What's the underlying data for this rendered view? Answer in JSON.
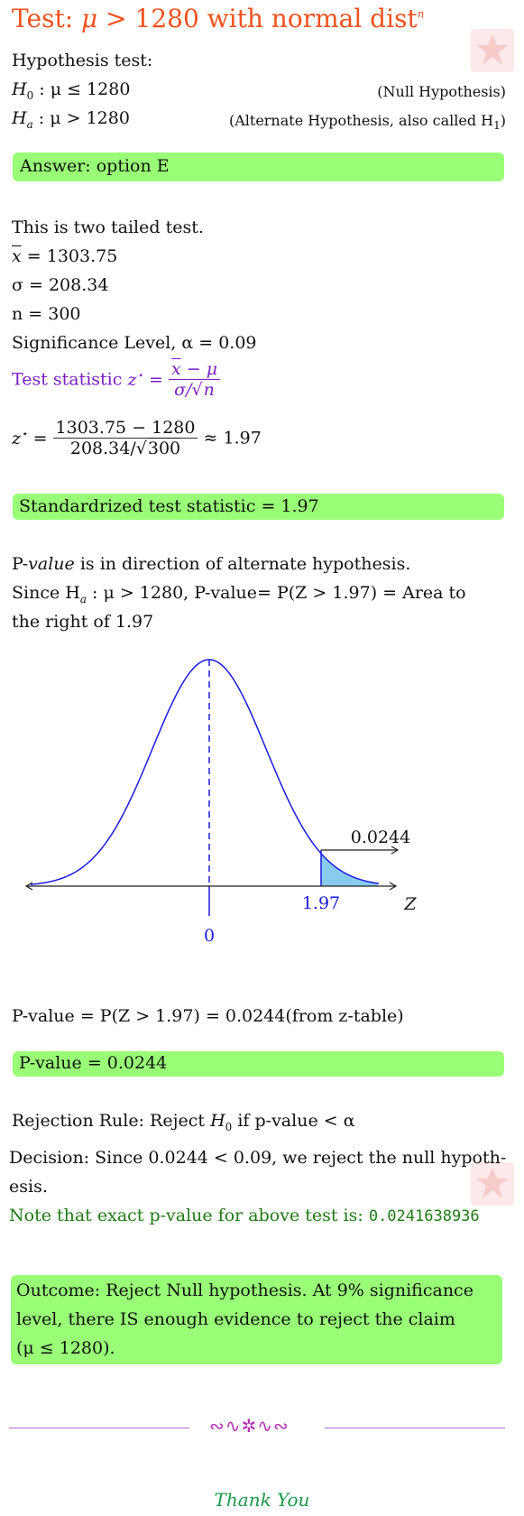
{
  "title": {
    "prefix": "Test:",
    "mu": "μ",
    "gt": ">",
    "value": "1280",
    "suffix": "with normal dist",
    "sup": "n"
  },
  "hypothesis": {
    "heading": "Hypothesis test:",
    "h0_sym": "H",
    "h0_sub": "0",
    "h0_expr": ": μ ≤ 1280",
    "h0_label": "(Null Hypothesis)",
    "ha_sym": "H",
    "ha_sub": "a",
    "ha_expr": ": μ > 1280",
    "ha_label": "(Alternate Hypothesis, also called H",
    "ha_label_sub": "1",
    "ha_label_end": ")"
  },
  "answer": "Answer:  option E",
  "given": {
    "tailed": "This is two tailed test.",
    "xbar_sym": "x",
    "xbar_val": "= 1303.75",
    "sigma": "σ = 208.34",
    "n": "n = 300",
    "sig_label": "Significance Level,",
    "alpha": "α = 0.09"
  },
  "formula": {
    "label": "Test statistic",
    "zstar": "z",
    "num_x": "x",
    "num_rest": " − μ",
    "den_sigma": "σ/",
    "den_n": "n"
  },
  "computation": {
    "zstar": "z",
    "num": "1303.75 − 1280",
    "den_a": "208.34/",
    "den_b": "300",
    "approx": "≈ 1.97"
  },
  "standardized": "Standardrized test statistic = 1.97",
  "pvalue_text": {
    "line1_p": "P-",
    "line1_value": "value",
    "line1_rest": " is in direction of alternate hypothesis.",
    "line2": "Since H",
    "line2_sub": "a",
    "line2_rest": " : μ > 1280, P-value= P(Z > 1.97) = Area to",
    "line3": "the right of 1.97"
  },
  "chart_data": {
    "type": "area",
    "title": "",
    "distribution": "standard normal",
    "mean_label": "0",
    "critical_z": "1.97",
    "shaded_region": "right tail",
    "area_label": "0.0244",
    "axis_label": "Z",
    "colors": {
      "curve": "#1a1adb",
      "shade": "#87ccee",
      "axis": "#222222"
    }
  },
  "pvalue_line": "P-value = P(Z > 1.97) = 0.0244(from z-table)",
  "pvalue_box": "P-value = 0.0244",
  "rejection": {
    "prefix": "Rejection Rule: Reject",
    "h": "H",
    "h_sub": "0",
    "suffix": "if p-value < α"
  },
  "decision": {
    "line1": "Decision: Since 0.0244 < 0.09, we reject the null hypoth-",
    "line2": "esis."
  },
  "note": {
    "text": "Note that exact p-value for above test is:",
    "value": "0.0241638936"
  },
  "outcome": {
    "line1": "Outcome: Reject Null hypothesis.  At 9% significance",
    "line2": "level, there IS enough evidence to reject the claim",
    "line3": "(μ ≤ 1280)."
  },
  "divider_ornament": "∾∿✲∿∾",
  "thanks": "Thank You"
}
